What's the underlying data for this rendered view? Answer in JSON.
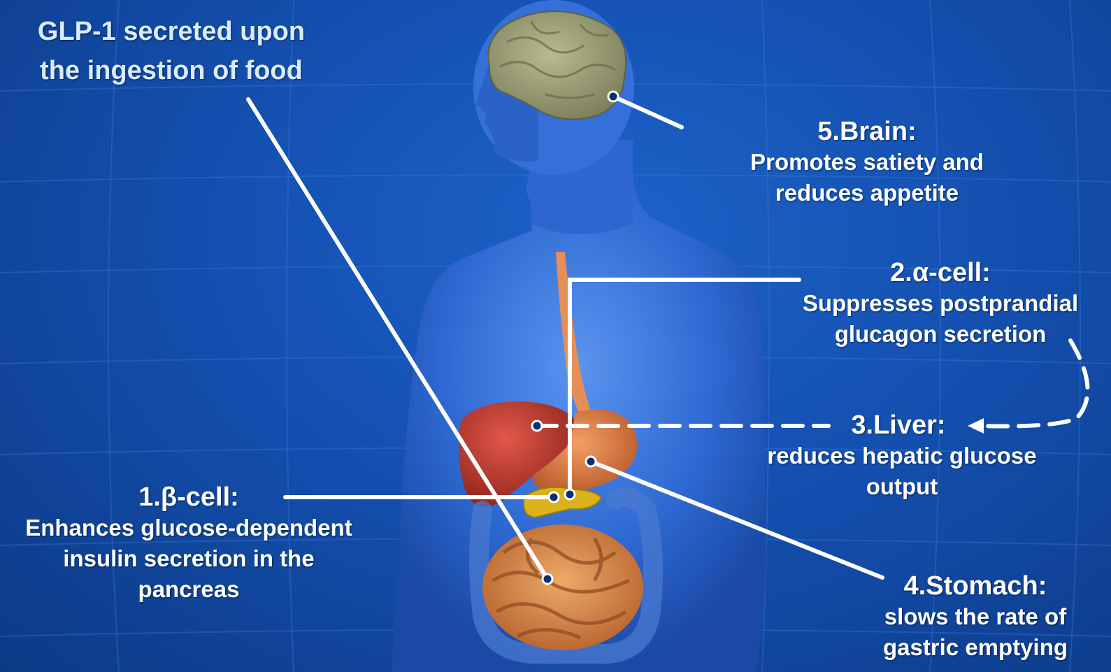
{
  "intro": {
    "line1": "GLP-1 secreted upon",
    "line2": "the ingestion of food"
  },
  "labels": {
    "brain": {
      "title": "5.Brain:",
      "line1": "Promotes satiety and",
      "line2": "reduces appetite"
    },
    "alpha": {
      "title": "2.α-cell:",
      "line1": "Suppresses postprandial",
      "line2": "glucagon secretion"
    },
    "liver": {
      "title": "3.Liver:",
      "line1": "reduces hepatic glucose",
      "line2": "output"
    },
    "beta": {
      "title": "1.β-cell:",
      "line1": "Enhances glucose-dependent",
      "line2": "insulin secretion in the",
      "line3": "pancreas"
    },
    "stomach": {
      "title": "4.Stomach:",
      "line1": "slows the rate of",
      "line2": "gastric emptying"
    }
  },
  "colors": {
    "background": "#1450b0",
    "body": "#2f6fd6",
    "brain": "#9da07a",
    "liver": "#c63a2e",
    "stomach": "#e08046",
    "intestine": "#d9884a",
    "pancreas": "#d9b21c",
    "leader": "#ffffff",
    "pin": "#0b2f6b"
  }
}
